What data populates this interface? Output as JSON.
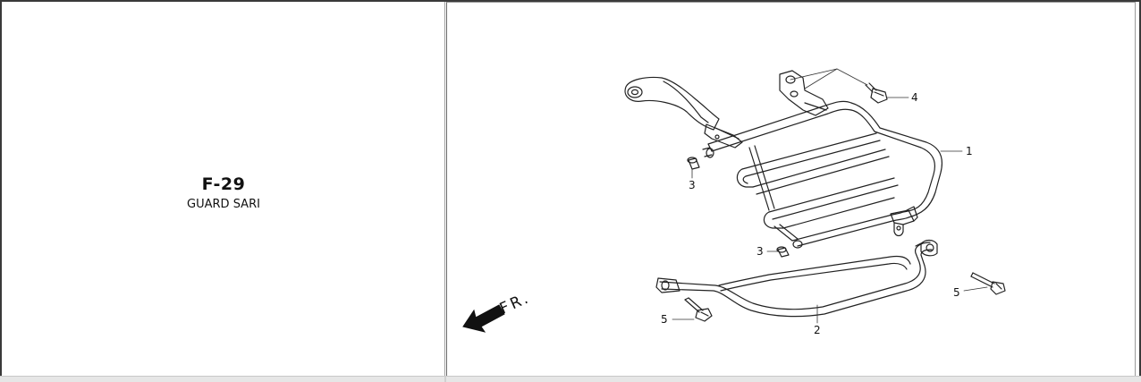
{
  "page": {
    "code": "F-29",
    "title": "GUARD SARI"
  },
  "diagram": {
    "direction_label": "FR.",
    "callouts": {
      "c1": "1",
      "c2": "2",
      "c3a": "3",
      "c3b": "3",
      "c4": "4",
      "c5a": "5",
      "c5b": "5"
    }
  }
}
